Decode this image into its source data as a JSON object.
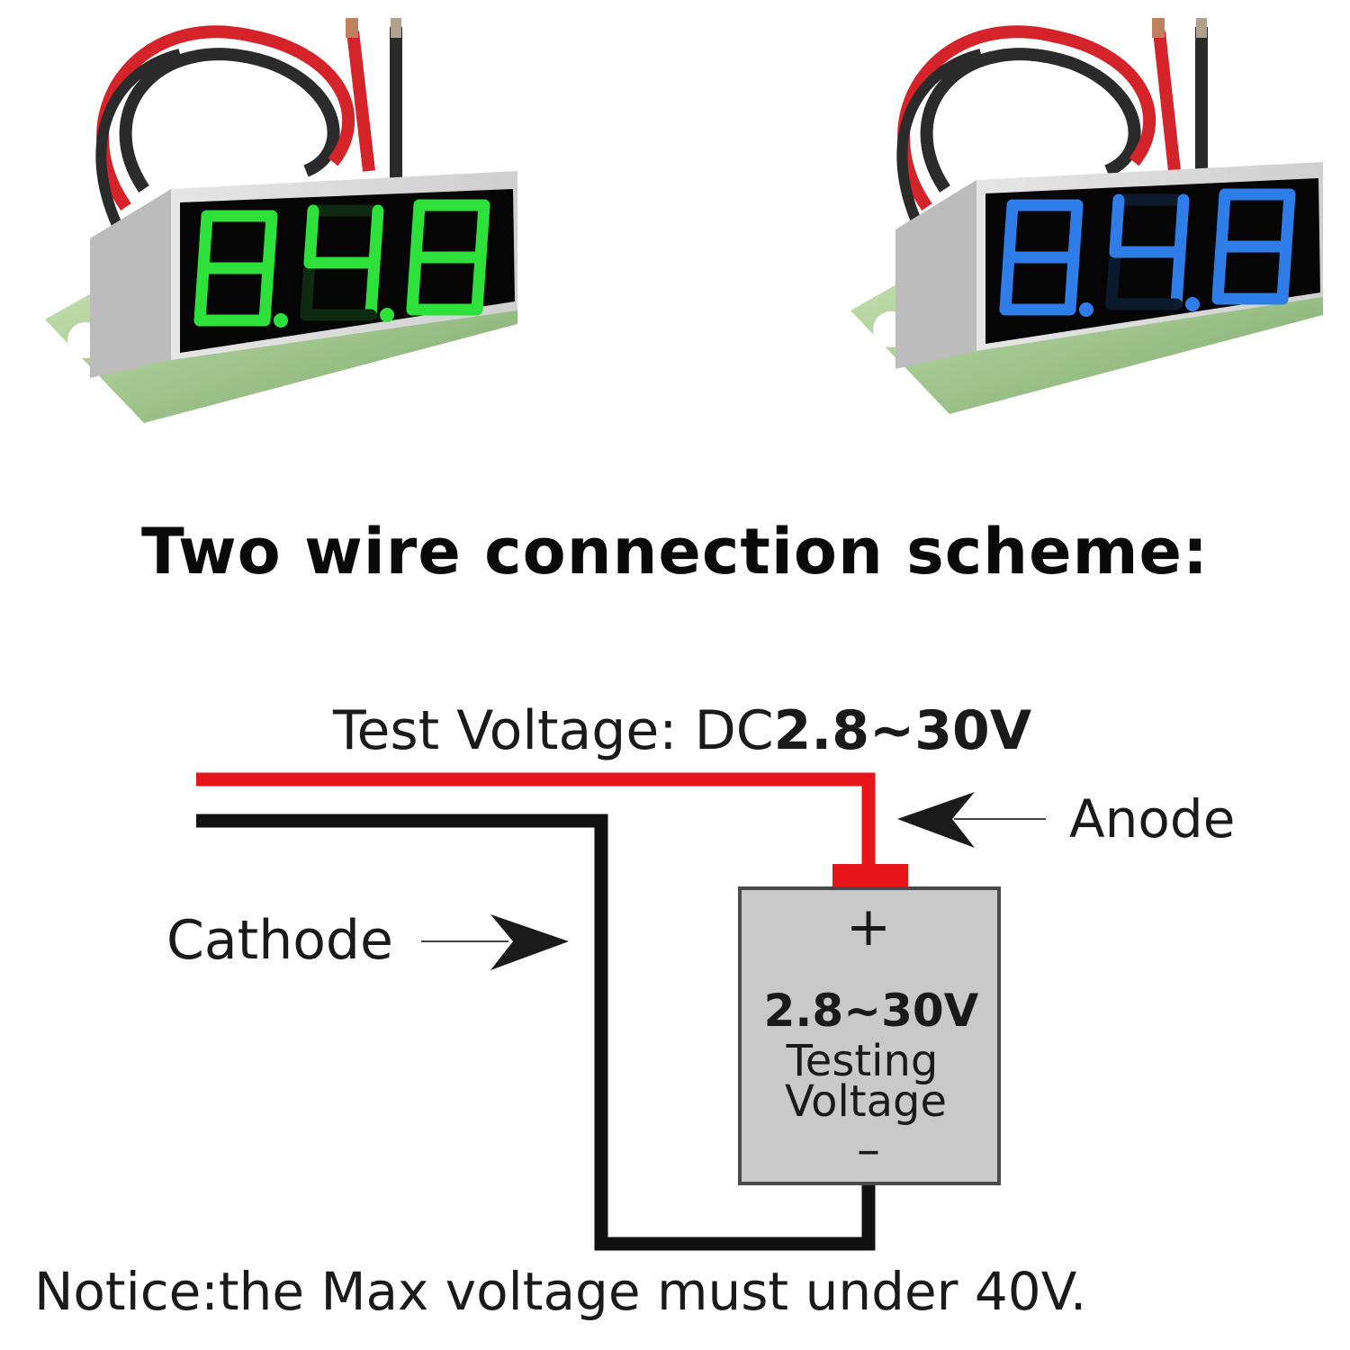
{
  "heading": "Two wire connection scheme:",
  "modules": [
    {
      "name": "green-module",
      "display": "8.4.8",
      "led_color": "#2ee03a",
      "dim_color": "#0e2a10"
    },
    {
      "name": "blue-module",
      "display": "8.4.8",
      "led_color": "#2f7de8",
      "dim_color": "#0c1a2e"
    }
  ],
  "diagram": {
    "test_voltage_prefix": "Test Voltage: DC",
    "test_voltage_range": "2.8~30V",
    "anode_label": "Anode",
    "cathode_label": "Cathode",
    "battery_plus": "+",
    "battery_range": "2.8~30V",
    "battery_line1": "Testing",
    "battery_line2": "Voltage",
    "battery_minus": "–",
    "notice": "Notice:the Max voltage must under 40V.",
    "colors": {
      "positive_wire": "#e8161b",
      "negative_wire": "#111111",
      "battery_fill": "#c9c9c9",
      "battery_terminal": "#e8161b"
    }
  }
}
